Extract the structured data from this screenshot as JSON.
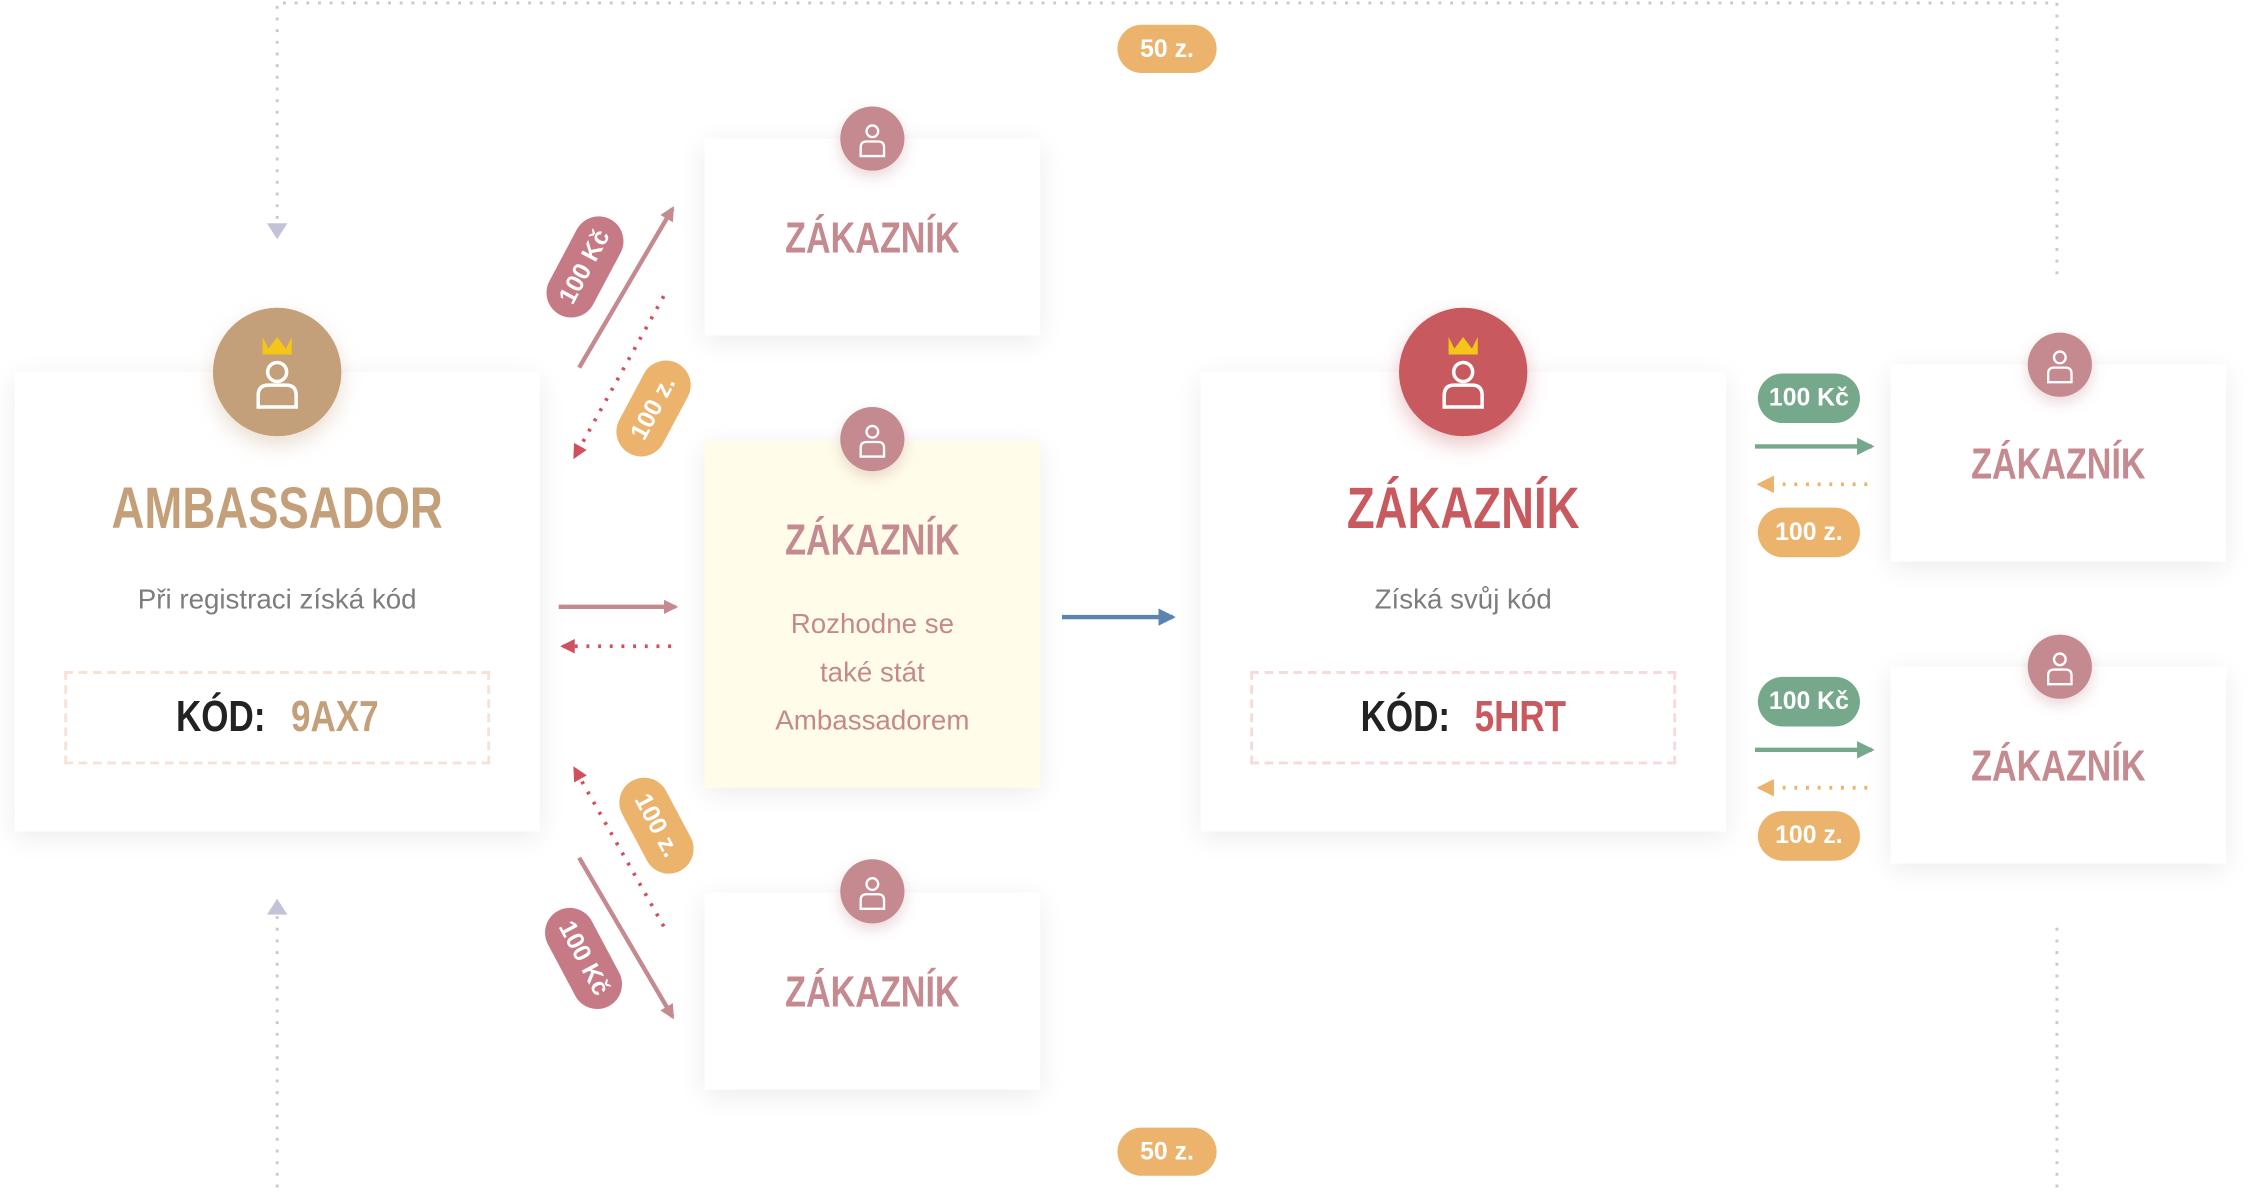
{
  "colors": {
    "ambassador": "#c4a07a",
    "customer_main": "#c85a5f",
    "customer_small": "#c48a90",
    "orange": "#ebb36b",
    "green": "#76a88b",
    "blue": "#5b84b1",
    "crown": "#f5c518"
  },
  "ambassador": {
    "title": "AMBASSADOR",
    "subtitle": "Při registraci získá kód",
    "code_label": "KÓD:",
    "code_value": "9AX7",
    "icon": "user-with-crown-icon"
  },
  "middle": {
    "top": {
      "title": "ZÁKAZNÍK"
    },
    "center": {
      "title": "ZÁKAZNÍK",
      "description_lines": [
        "Rozhodne se",
        "také stát",
        "Ambassadorem"
      ]
    },
    "bottom": {
      "title": "ZÁKAZNÍK"
    }
  },
  "new_ambassador": {
    "title": "ZÁKAZNÍK",
    "subtitle": "Získá svůj kód",
    "code_label": "KÓD:",
    "code_value": "5HRT",
    "icon": "user-with-crown-icon"
  },
  "right": {
    "top": {
      "title": "ZÁKAZNÍK"
    },
    "bottom": {
      "title": "ZÁKAZNÍK"
    }
  },
  "pills": {
    "top_commission": "50 z.",
    "bottom_commission": "50 z.",
    "left_top_discount": "100 Kč",
    "left_top_reward": "100 z.",
    "left_bottom_reward": "100 z.",
    "left_bottom_discount": "100 Kč",
    "right_top_discount": "100 Kč",
    "right_top_reward": "100 z.",
    "right_bottom_discount": "100 Kč",
    "right_bottom_reward": "100 z."
  }
}
